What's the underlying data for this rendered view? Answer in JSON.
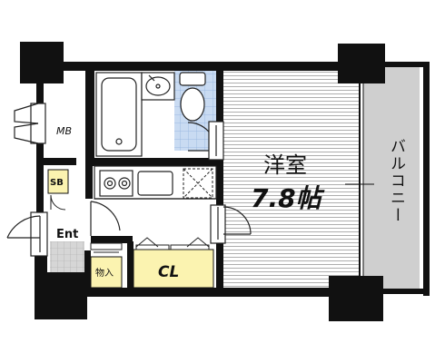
{
  "rooms": {
    "main_room_name": "洋室",
    "main_room_size": "7.8帖",
    "balcony": "バルコニー",
    "meter_box": "MB",
    "shoe_box": "SB",
    "entrance": "Ent",
    "storage": "物入",
    "closet": "CL"
  },
  "colors": {
    "wall": "#111111",
    "tile_floor": "#c9dbf2",
    "entrance_floor": "#d6d6d6",
    "storage_fill": "#fbf3b0",
    "balcony_fill": "#cfcfcf",
    "flooring_lines": "#9a9a9a",
    "fixtures": "#222222"
  }
}
